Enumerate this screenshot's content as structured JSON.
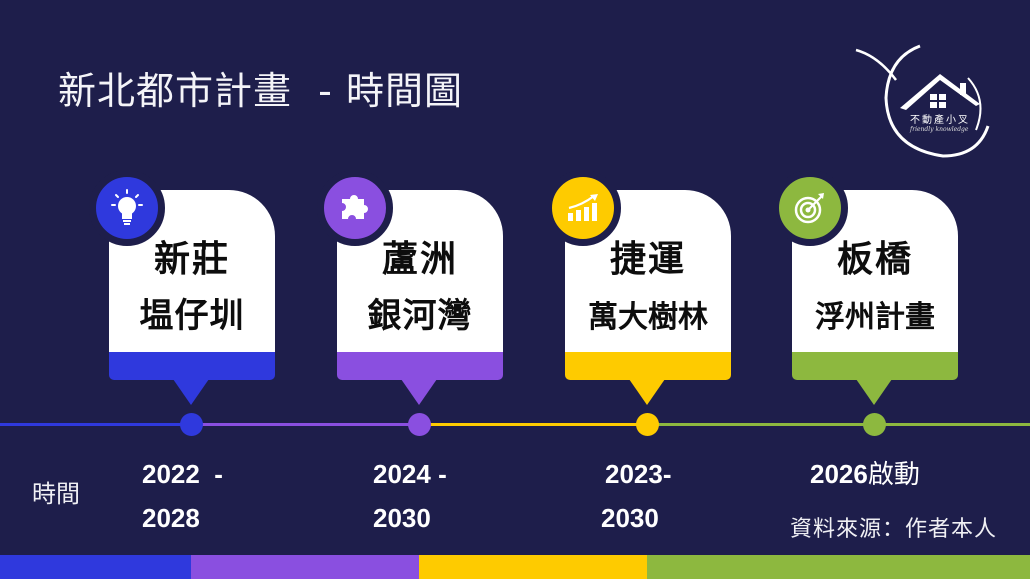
{
  "title": "新北都市計畫  - 時間圖",
  "logo": {
    "name": "不動產小叉",
    "tagline": "friendly knowledge",
    "icon": "house-logo-icon"
  },
  "colors": {
    "background": "#1e1e4b",
    "blue": "#2f39dd",
    "purple": "#8a4fe0",
    "yellow": "#fecb00",
    "green": "#8db83f"
  },
  "time_label": "時間",
  "source": "資料來源：作者本人",
  "items": [
    {
      "line1": "新莊",
      "line2": "塭仔圳",
      "icon": "lightbulb-icon",
      "color": "#2f39dd",
      "year_line1": "2022  -",
      "year_line2": "2028"
    },
    {
      "line1": "蘆洲",
      "line2": "銀河灣",
      "icon": "puzzle-piece-icon",
      "color": "#8a4fe0",
      "year_line1": "2024 -",
      "year_line2": "2030"
    },
    {
      "line1": "捷運",
      "line2": "萬大樹林",
      "icon": "growth-chart-icon",
      "color": "#fecb00",
      "year_line1": "2023-",
      "year_line2": "2030"
    },
    {
      "line1": "板橋",
      "line2": "浮州計畫",
      "icon": "target-icon",
      "color": "#8db83f",
      "year_line1": "2026",
      "year_suffix": "啟動"
    }
  ]
}
